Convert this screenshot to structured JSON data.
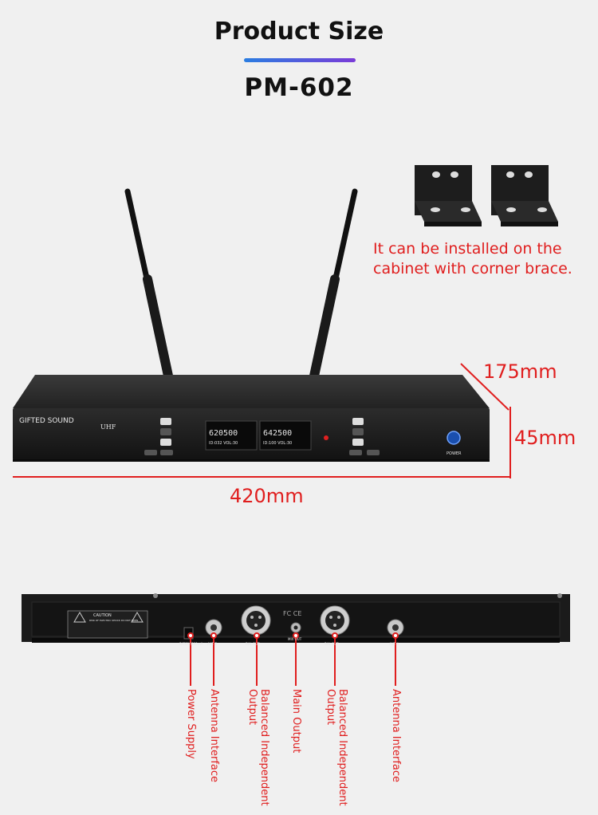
{
  "header": {
    "title": "Product Size",
    "model": "PM-602"
  },
  "brace_note": {
    "line1": "It can be installed on the",
    "line2": "cabinet with corner brace."
  },
  "front_panel": {
    "brand": "GIFTED SOUND",
    "band": "UHF",
    "display_ch1_freq": "620500",
    "display_ch2_freq": "642500",
    "display_ch1_sub": "ID:032  VOL:30",
    "display_ch2_sub": "ID:100  VOL:30",
    "power_label": "POWER"
  },
  "dimensions": {
    "depth": "175mm",
    "height": "45mm",
    "width": "420mm"
  },
  "rear_panel": {
    "caution_title": "CAUTION",
    "caution_sub": "RISK OF ELECTRIC SHOCK DO NOT OPEN",
    "power_spec": "DC12V/800mA",
    "fcc": "FC CE",
    "port_ant_a": "ANT A",
    "port_ant_b": "ANT B",
    "port_bal_1": "BAL.OUT",
    "port_bal_2": "BAL.OUT",
    "port_mix": "MIX OUT"
  },
  "callouts": {
    "power_supply": "Power Supply",
    "antenna_1": "Antenna Interface",
    "balanced_1": "Balanced Independent Output",
    "main_output": "Main Output",
    "balanced_2": "Balanced Independent Output",
    "antenna_2": "Antenna Interface"
  },
  "colors": {
    "accent_red": "#e01e1e",
    "title_bar_start": "#2a7de1",
    "title_bar_end": "#7a3bd8",
    "device_body": "#1c1c1c"
  }
}
